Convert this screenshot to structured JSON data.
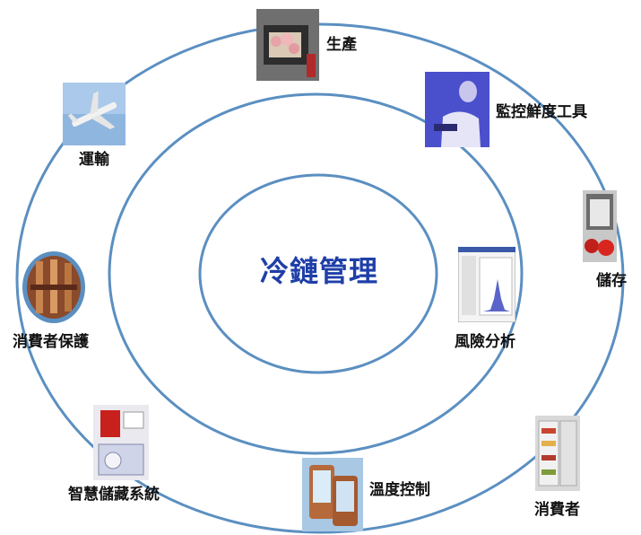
{
  "center": {
    "title": "冷鏈管理"
  },
  "nodes": {
    "production": "生產",
    "freshness_tools": "監控鮮度工具",
    "storage": "儲存",
    "risk_analysis": "風險分析",
    "consumer": "消費者",
    "temperature_control": "溫度控制",
    "smart_storage": "智慧儲藏系統",
    "consumer_protection": "消費者保護",
    "transport": "運輸"
  },
  "colors": {
    "ring": "#5b8fc1",
    "center_title": "#1f3fa8",
    "label": "#111111"
  }
}
